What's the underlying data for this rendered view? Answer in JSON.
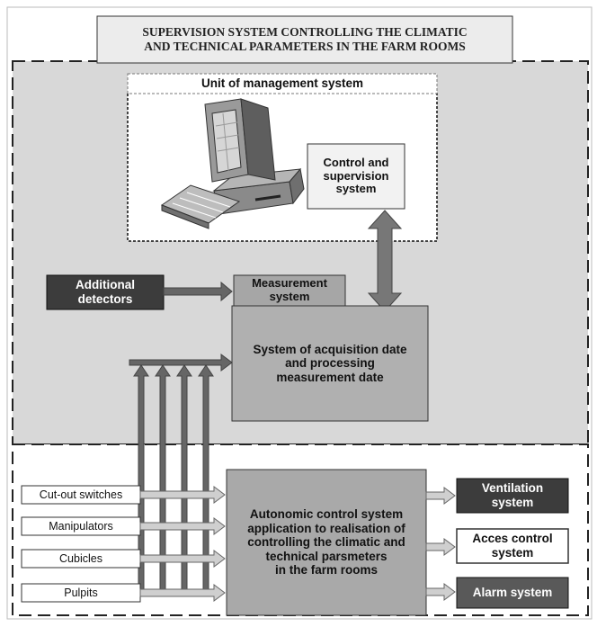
{
  "title": "SUPERVISION SYSTEM CONTROLLING THE CLIMATIC\nAND TECHNICAL PARAMETERS IN THE FARM ROOMS",
  "management_unit": {
    "label": "Unit of management system",
    "control_box": "Control and\nsupervision\nsystem"
  },
  "additional_detectors": "Additional\ndetectors",
  "measurement_system": "Measurement\nsystem",
  "acquisition_system": "System of acquisition date\nand processing\nmeasurement date",
  "autonomic_system": "Autonomic control system\napplication to realisation of\ncontrolling the climatic and\ntechnical parsmeters\nin the farm rooms",
  "inputs": [
    "Cut-out switches",
    "Manipulators",
    "Cubicles",
    "Pulpits"
  ],
  "outputs": [
    "Ventilation\nsystem",
    "Acces control\nsystem",
    "Alarm system"
  ],
  "colors": {
    "upper_region": "#d8d8d8",
    "dark_box": "#3c3c3c",
    "mid_box": "#a6a6a6",
    "arrow": "#666666"
  }
}
